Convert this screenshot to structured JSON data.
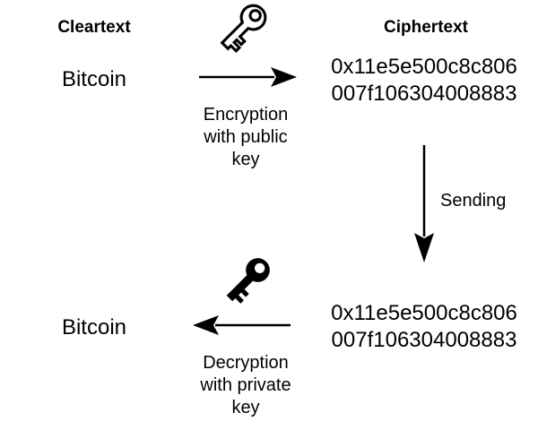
{
  "page": {
    "background": "#ffffff",
    "text_color": "#000000"
  },
  "columns": {
    "cleartext_header": "Cleartext",
    "ciphertext_header": "Ciphertext"
  },
  "encryption_flow": {
    "input": "Bitcoin",
    "key_icon": "public-key",
    "label": "Encryption\nwith public\nkey",
    "output": "0x11e5e500c8c806\n007f106304008883"
  },
  "transfer": {
    "label": "Sending"
  },
  "decryption_flow": {
    "input": "0x11e5e500c8c806\n007f106304008883",
    "key_icon": "private-key",
    "label": "Decryption\nwith private\nkey",
    "output": "Bitcoin"
  }
}
